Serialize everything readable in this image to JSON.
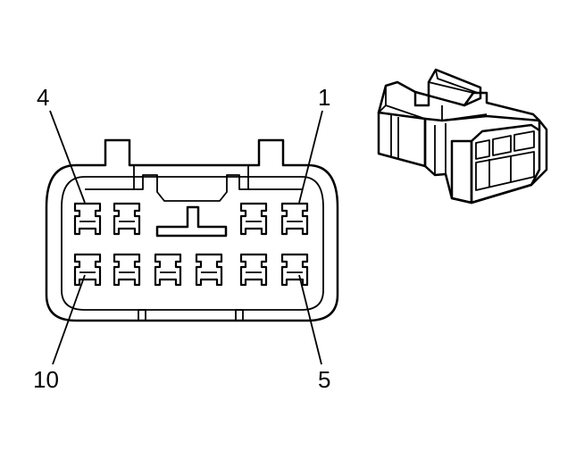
{
  "diagram": {
    "face_view": {
      "callouts": [
        {
          "key": "pin_4",
          "text": "4"
        },
        {
          "key": "pin_1",
          "text": "1"
        },
        {
          "key": "pin_10",
          "text": "10"
        },
        {
          "key": "pin_5",
          "text": "5"
        }
      ],
      "top_row_cavities": 4,
      "bottom_row_cavities": 6
    },
    "colors": {
      "line": "#000000",
      "background": "#ffffff"
    },
    "connector_perspective_icon": "connector-3d-view"
  }
}
